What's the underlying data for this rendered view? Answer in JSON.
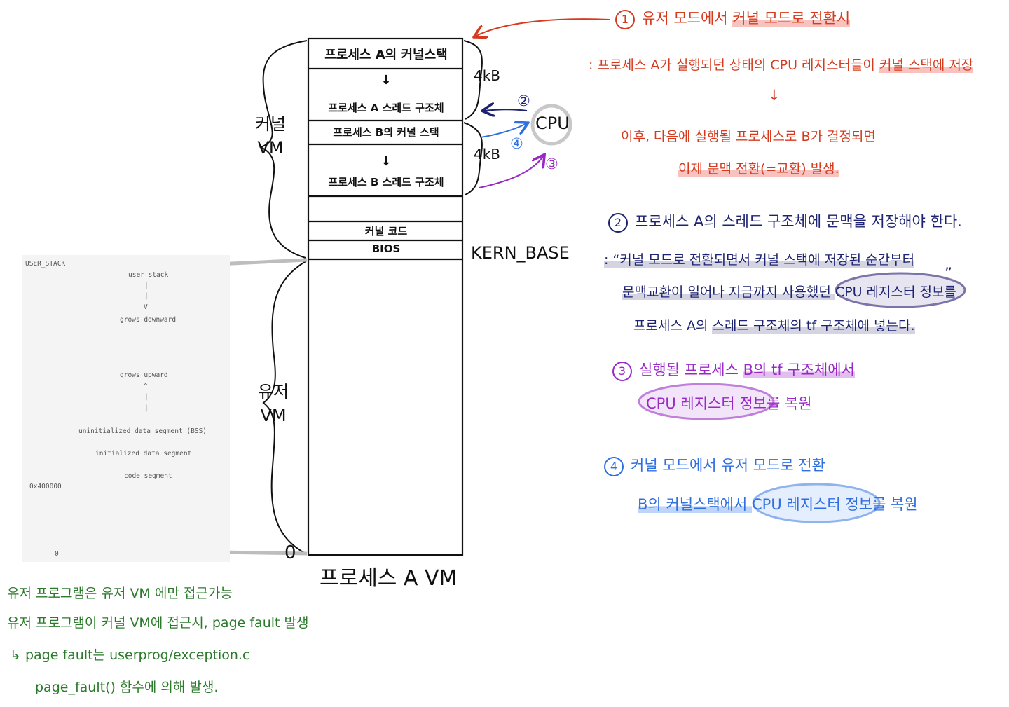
{
  "vm": {
    "cells": {
      "a_kernel_stack": "프로세스 A의 커널스택",
      "a_arrow": "↓",
      "a_thread": "프로세스 A 스레드 구조체",
      "b_kernel_stack": "프로세스 B의 커널 스택",
      "b_arrow": "↓",
      "b_thread": "프로세스 B 스레드 구조체",
      "kernel_code": "커널 코드",
      "bios": "BIOS"
    },
    "size_a": "4kB",
    "size_b": "4kB",
    "kern_base": "KERN_BASE",
    "zero": "0",
    "kernel_vm_label": [
      "커널",
      "VM"
    ],
    "user_vm_label": [
      "유저",
      "VM"
    ],
    "title": "프로세스 A VM"
  },
  "cpu": {
    "label": "CPU",
    "markers": [
      "②",
      "③",
      "④"
    ]
  },
  "user_layout": {
    "user_stack_addr": "USER_STACK",
    "user_stack": "user stack",
    "grows_downward": "grows downward",
    "grows_upward": "grows upward",
    "bss": "uninitialized data segment (BSS)",
    "data": "initialized data segment",
    "code": "code segment",
    "addr_400000": "0x400000",
    "addr_0": "0",
    "pipe": "|",
    "down_v": "V",
    "up_caret": "^"
  },
  "notes": {
    "n1": {
      "marker": "1",
      "title_a": "유저 모드에서 ",
      "title_b": "커널 모드로 전환시",
      "line1_a": ": 프로세스 A가 실행되던 상태의 CPU 레지스터들이 ",
      "line1_b": "커널 스택에 저장",
      "arrow": "↓",
      "line2": "이후, 다음에 실행될 프로세스로 B가 결정되면",
      "line3": "이제 문맥 전환(=교환) 발생."
    },
    "n2": {
      "marker": "2",
      "title": "프로세스 A의 스레드 구조체에 문맥을 저장해야 한다.",
      "line1": ": “커널 모드로 전환되면서 커널 스택에 저장된 순간부터",
      "line2_a": "문맥교환이 일어나 지금까지 사용했던 ",
      "line2_b": "CPU 레지스터 정보를",
      "line3_a": "프로세스 A의 ",
      "line3_b": "스레드 구조체의 tf 구조체에 넣는다.",
      "close_quote": "”"
    },
    "n3": {
      "marker": "3",
      "line1_a": "실행될 프로세스 ",
      "line1_b": "B의 tf 구조체에서",
      "line2_a": "CPU 레지스터 정보를",
      "line2_b": " 복원"
    },
    "n4": {
      "marker": "4",
      "line1": "커널 모드에서 유저 모드로 전환",
      "line2_a": "B의 커널스택에서 ",
      "line2_b": "CPU 레지스터 정보를 복원"
    },
    "green": {
      "line1": "유저 프로그램은 유저 VM 에만 접근가능",
      "line2": "유저 프로그램이 커널 VM에 접근시, page fault 발생",
      "line3": "↳ page fault는 userprog/exception.c",
      "line4": "page_fault() 함수에 의해 발생."
    }
  },
  "colors": {
    "red": "#d63a1e",
    "navy": "#1d2370",
    "purple": "#9a28c7",
    "blue": "#2f6fe0",
    "green": "#2a7a2a",
    "cpu_ring": "#c8c8c8"
  }
}
